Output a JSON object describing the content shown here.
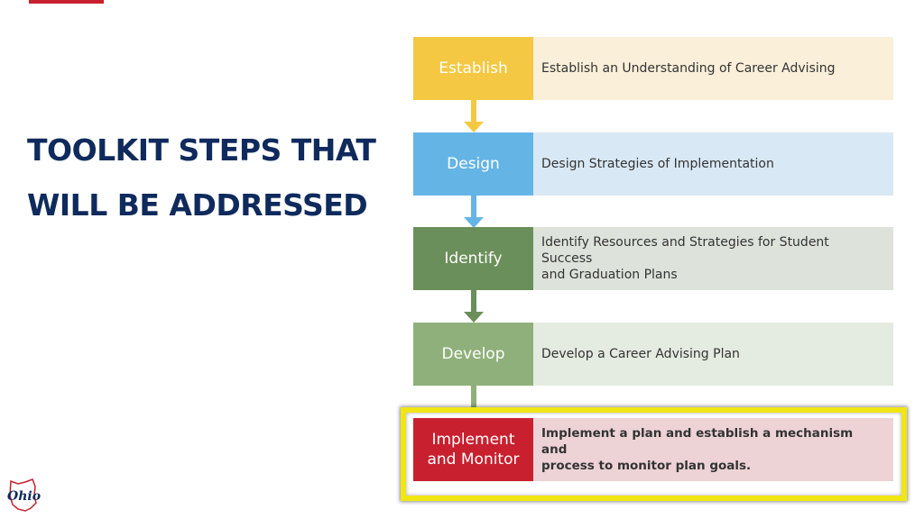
{
  "title": "TOOLKIT STEPS THAT\nWILL BE ADDRESSED",
  "logo": {
    "text": "Ohio",
    "icon": "ohio-state-outline-icon"
  },
  "colors": {
    "accent_red": "#c8202f",
    "title_navy": "#0f2a5c",
    "highlight_yellow": "#f0e614"
  },
  "steps": [
    {
      "label": "Establish",
      "description": "Establish an Understanding of Career Advising",
      "color": "#f4c842",
      "bg": "#faefd9"
    },
    {
      "label": "Design",
      "description": "Design Strategies of Implementation",
      "color": "#64b4e6",
      "bg": "#d9e8f5"
    },
    {
      "label": "Identify",
      "description": "Identify Resources and Strategies for Student Success\nand Graduation Plans",
      "color": "#6b8f5a",
      "bg": "#dde3db"
    },
    {
      "label": "Develop",
      "description": "Develop a Career Advising Plan",
      "color": "#8fb07a",
      "bg": "#e4ebe1"
    },
    {
      "label": "Implement\nand Monitor",
      "description": "Implement a plan and establish a mechanism and\nprocess to monitor plan goals.",
      "color": "#c8202f",
      "bg": "#edd3d6"
    }
  ]
}
